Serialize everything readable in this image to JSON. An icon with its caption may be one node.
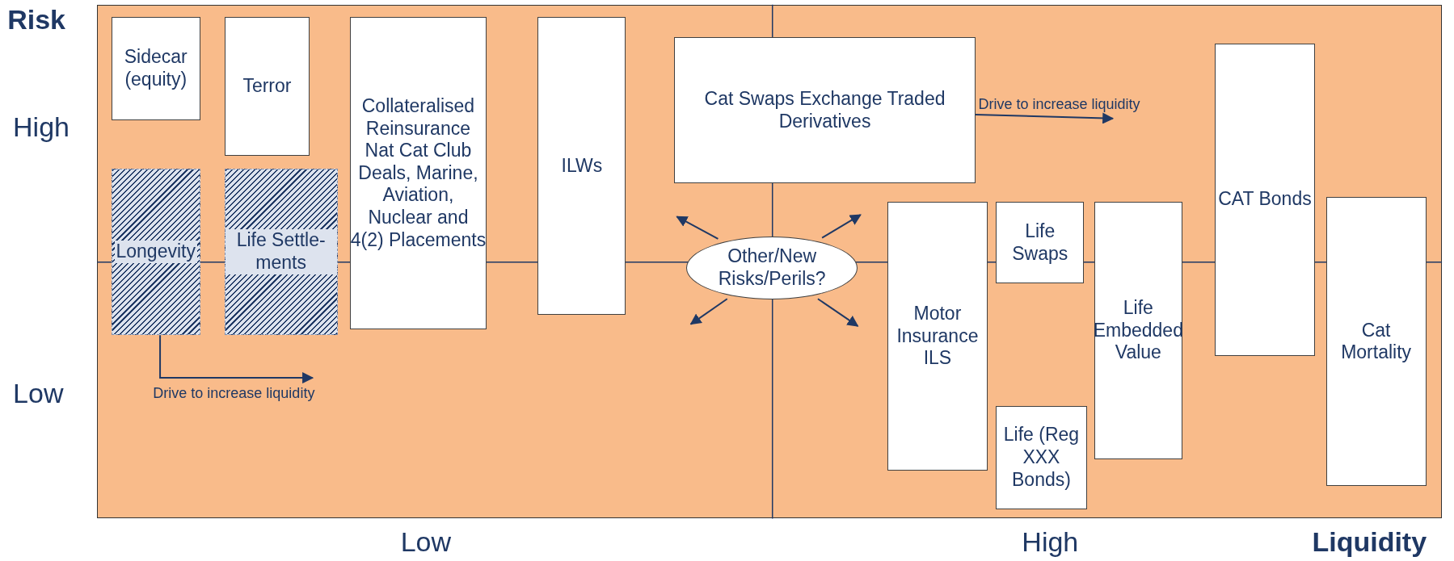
{
  "diagram": {
    "nodes": [
      {
        "text": [
          "Sidecar (equity)"
        ]
      },
      {
        "text": [
          "Terror"
        ]
      },
      {
        "text": [
          "Collateralised Reinsurance Nat Cat Club Deals, Marine, Aviation, Nuclear and 4(2) Placements"
        ]
      },
      {
        "text": [
          "ILWs"
        ]
      },
      {
        "text": [
          "Cat Swaps Exchange Traded Derivatives"
        ]
      },
      {
        "text": [
          "Longevity"
        ]
      },
      {
        "text": [
          "Life Settle- ments"
        ]
      },
      {
        "text": [
          "Other/New Risks/Perils?"
        ]
      },
      {
        "text": [
          "Motor Insurance ILS"
        ]
      },
      {
        "text": [
          "Life Swaps"
        ]
      },
      {
        "text": [
          "Life Embedded Value"
        ]
      },
      {
        "text": [
          "CAT Bonds"
        ]
      },
      {
        "text": [
          "Cat Mortality"
        ]
      },
      {
        "text": [
          "Life (Reg XXX Bonds)"
        ]
      }
    ],
    "edges": [
      {
        "from": 4,
        "to": null,
        "arrow": "to",
        "label": "Drive to increase liquidity"
      },
      {
        "from": 7,
        "to": null,
        "arrow": "to"
      },
      {
        "from": 7,
        "to": null,
        "arrow": "to"
      },
      {
        "from": 7,
        "to": null,
        "arrow": "to"
      },
      {
        "from": 7,
        "to": null,
        "arrow": "to"
      },
      {
        "from": 5,
        "to": null,
        "arrow": "to",
        "label": "Drive to increase liquidity"
      }
    ],
    "labels": [
      "Risk",
      "High",
      "Low",
      "Low",
      "High",
      "Liquidity"
    ]
  }
}
